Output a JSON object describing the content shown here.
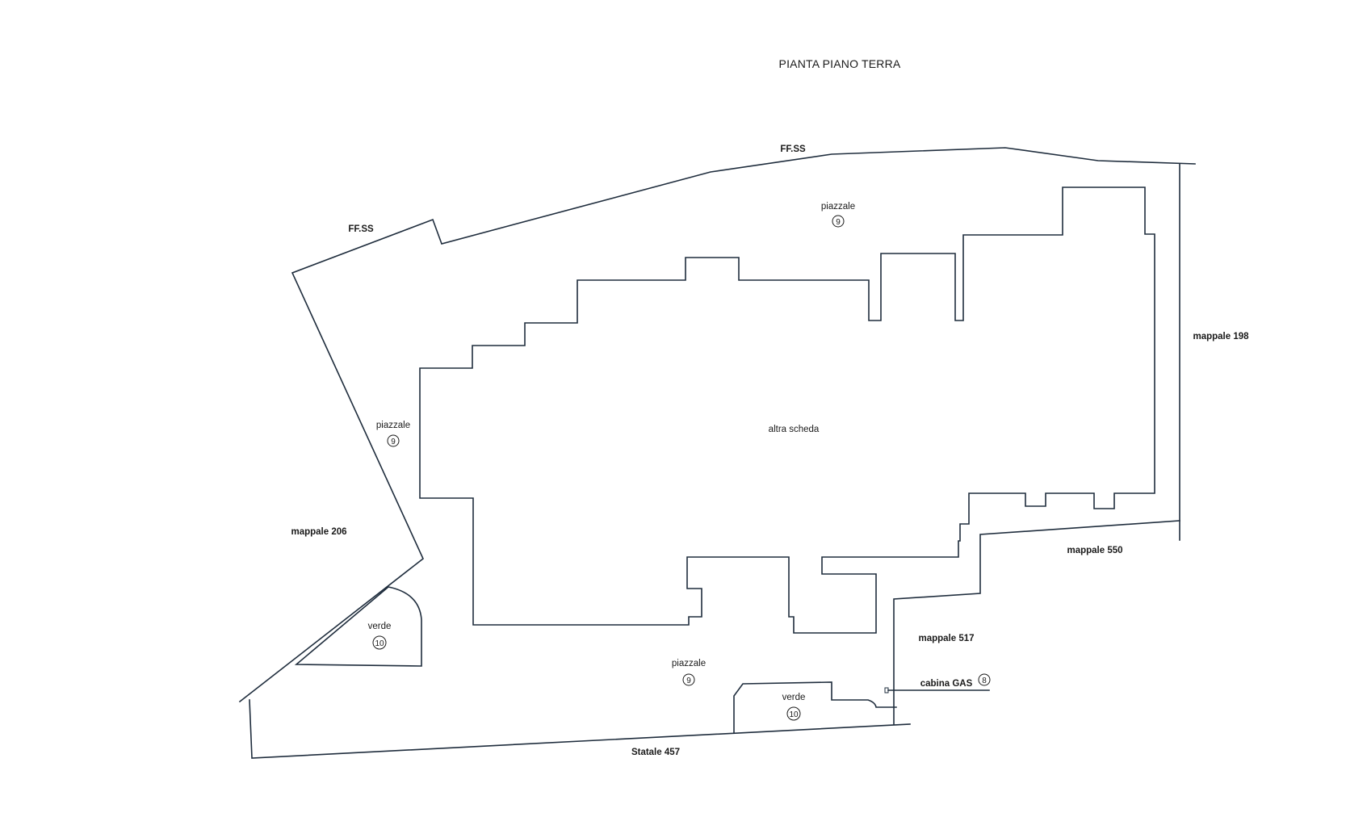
{
  "title": "PIANTA PIANO TERRA",
  "labels": {
    "ffss_top": "FF.SS",
    "ffss_left": "FF.SS",
    "mappale_198": "mappale 198",
    "mappale_206": "mappale 206",
    "mappale_550": "mappale 550",
    "mappale_517": "mappale 517",
    "altra_scheda": "altra scheda",
    "statale": "Statale 457",
    "cabina_gas": "cabina GAS"
  },
  "areas": [
    {
      "label": "piazzale",
      "number": "9"
    },
    {
      "label": "piazzale",
      "number": "9"
    },
    {
      "label": "piazzale",
      "number": "9"
    },
    {
      "label": "verde",
      "number": "10"
    },
    {
      "label": "verde",
      "number": "10"
    }
  ],
  "cabina_number": "8",
  "colors": {
    "line": "#1f2d3d",
    "text": "#1a1a1a",
    "background": "#ffffff"
  }
}
